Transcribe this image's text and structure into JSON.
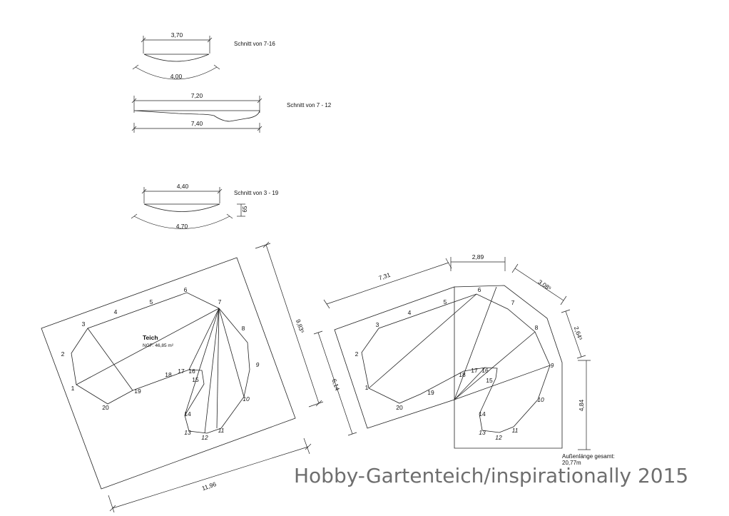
{
  "sections": [
    {
      "title": "Schnitt von 7-16",
      "top_width": "3,70",
      "arc_length": "4,00"
    },
    {
      "title": "Schnitt von 7 - 12",
      "top_width": "7,20",
      "bottom_length": "7,40"
    },
    {
      "title": "Schnitt von 3 - 19",
      "top_width": "4,40",
      "arc_length": "4,70",
      "depth": "65"
    }
  ],
  "plan_left": {
    "pond_name": "Teich",
    "area_label": "NGF: 46,85 m²",
    "dim_length": "11,96",
    "dim_width": "9,83⁵",
    "points": [
      "1",
      "2",
      "3",
      "4",
      "5",
      "6",
      "7",
      "8",
      "9",
      "10",
      "11",
      "12",
      "13",
      "14",
      "15",
      "16",
      "17",
      "18",
      "19",
      "20"
    ]
  },
  "plan_right": {
    "dims": [
      "7,31",
      "2,89",
      "3,08⁵",
      "2,64⁵",
      "4,84",
      "6,14"
    ],
    "perimeter_label": "Außenlänge gesamt:",
    "perimeter_value": "20,77m",
    "points": [
      "1",
      "2",
      "3",
      "4",
      "5",
      "6",
      "7",
      "8",
      "9",
      "10",
      "11",
      "12",
      "13",
      "14",
      "15",
      "16",
      "17",
      "18",
      "19",
      "20"
    ]
  },
  "watermark": "Hobby-Gartenteich/inspirationally 2015"
}
